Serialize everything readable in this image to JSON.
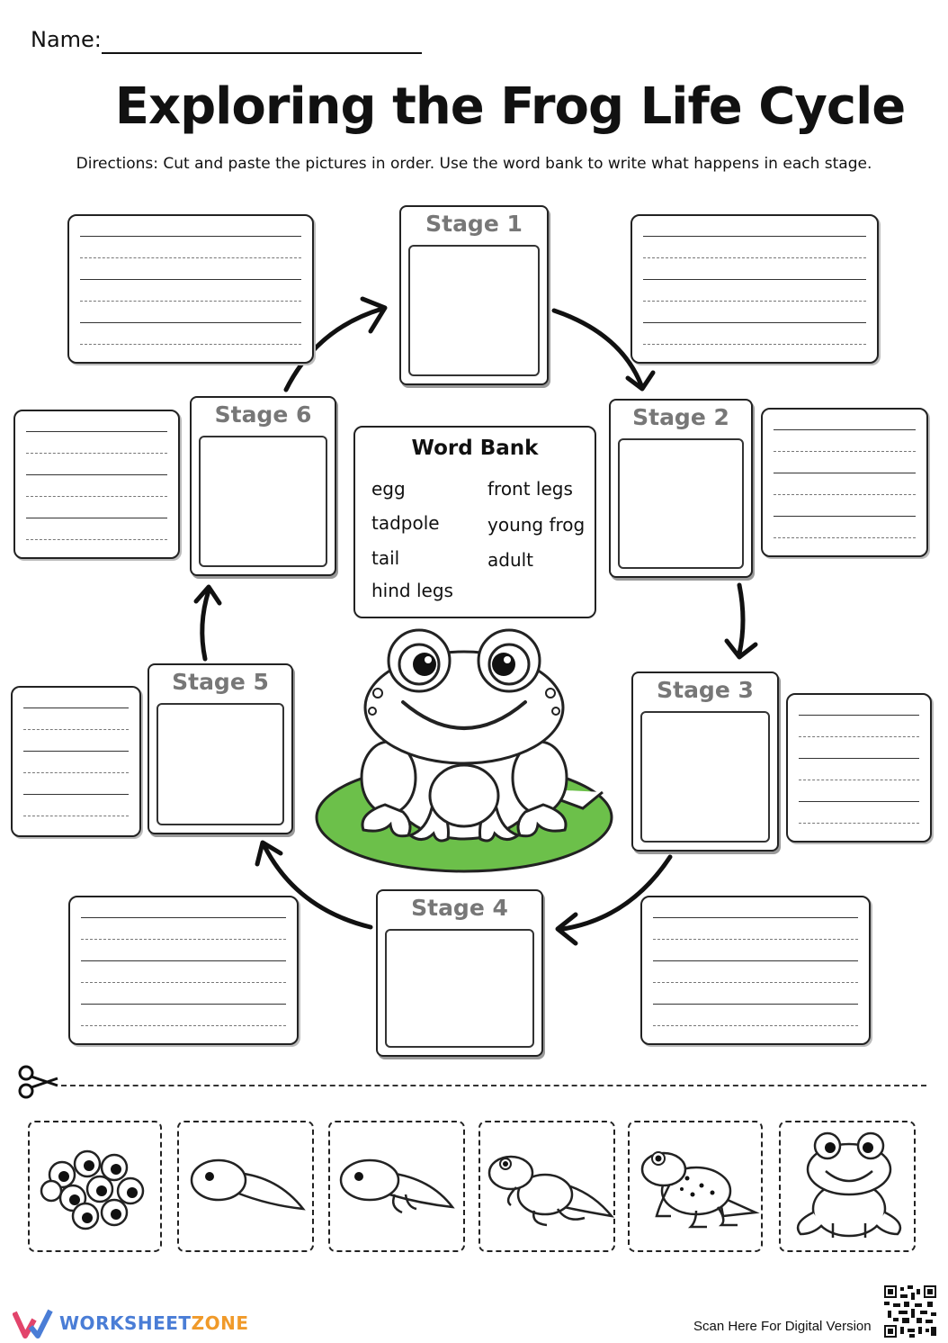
{
  "header": {
    "name_label": "Name:",
    "title": "Exploring the Frog Life Cycle",
    "directions": "Directions: Cut and paste the pictures in order. Use the word bank to write what happens in each stage."
  },
  "stages": [
    {
      "label": "Stage 1"
    },
    {
      "label": "Stage 2"
    },
    {
      "label": "Stage 3"
    },
    {
      "label": "Stage 4"
    },
    {
      "label": "Stage 5"
    },
    {
      "label": "Stage 6"
    }
  ],
  "word_bank": {
    "title": "Word Bank",
    "words": [
      "egg",
      "tadpole",
      "tail",
      "hind legs",
      "front legs",
      "young frog",
      "adult"
    ]
  },
  "cutouts": [
    {
      "icon": "frog-eggs-icon"
    },
    {
      "icon": "tadpole-icon"
    },
    {
      "icon": "tadpole-with-legs-icon"
    },
    {
      "icon": "froglet-icon"
    },
    {
      "icon": "young-frog-icon"
    },
    {
      "icon": "adult-frog-icon"
    }
  ],
  "footer": {
    "brand_main": "WORKSHEET",
    "brand_accent": "ZONE",
    "scan_text": "Scan Here For Digital Version"
  },
  "colors": {
    "lily_pad": "#6cc04a",
    "brand_blue": "#4a7dd6",
    "brand_orange": "#f09a2a",
    "stage_label": "#777777"
  }
}
